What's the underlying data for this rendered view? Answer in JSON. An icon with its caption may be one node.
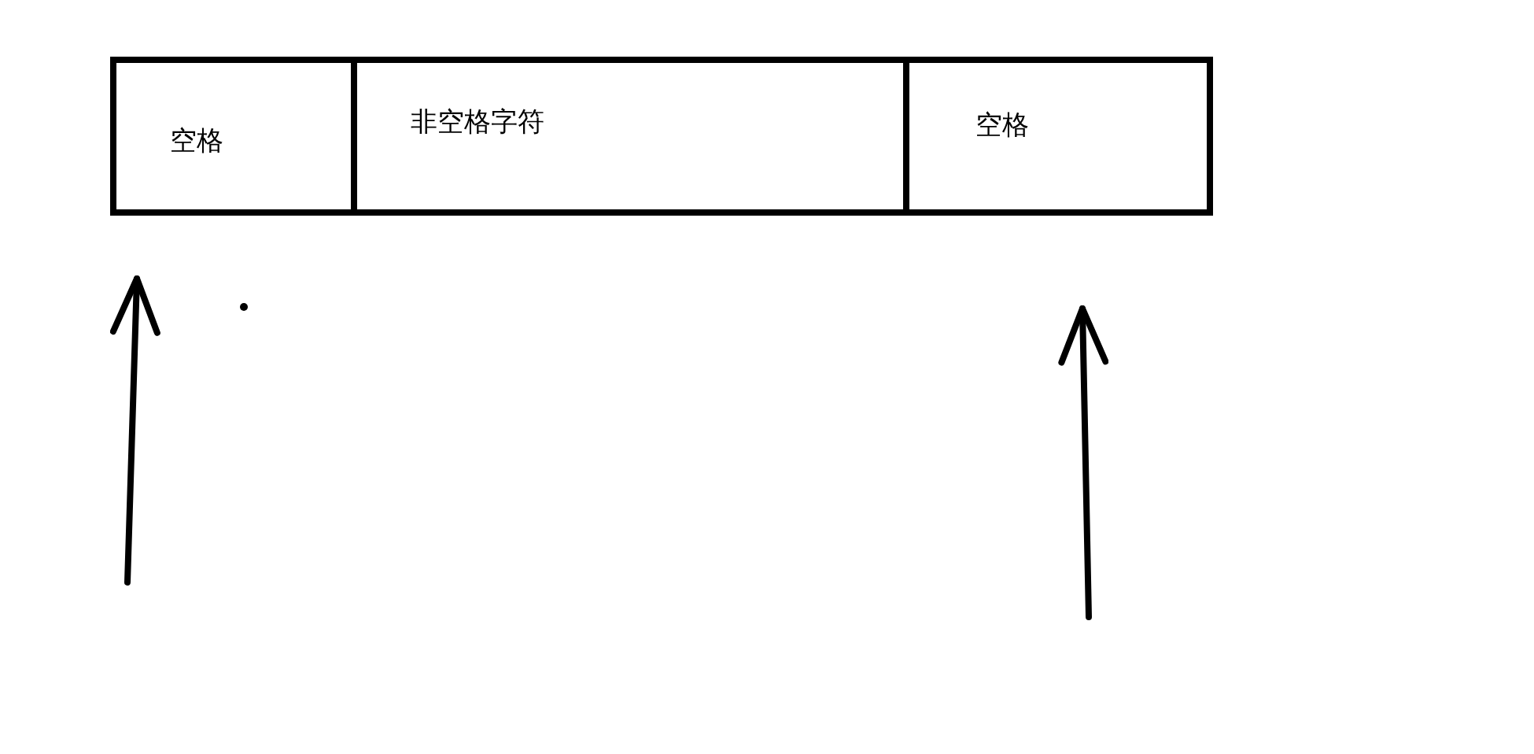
{
  "diagram": {
    "nodes": [
      {
        "text": [
          "空格"
        ]
      },
      {
        "text": [
          "非空格字符"
        ]
      },
      {
        "text": [
          "空格"
        ]
      }
    ],
    "edges": [
      {
        "from": null,
        "to": 0,
        "arrow": "to"
      },
      {
        "from": null,
        "to": 2,
        "arrow": "to"
      }
    ]
  }
}
